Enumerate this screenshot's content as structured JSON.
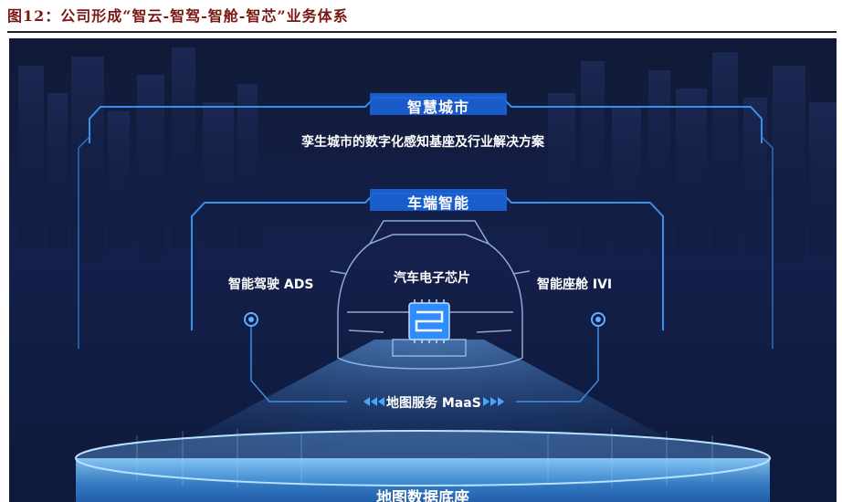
{
  "figure_title": "图12：公司形成“智云-智驾-智舱-智芯”业务体系",
  "diagram": {
    "smart_city": {
      "title": "智慧城市",
      "subtitle": "孪生城市的数字化感知基座及行业解决方案"
    },
    "vehicle": {
      "title": "车端智能"
    },
    "left_node": "智能驾驶 ADS",
    "right_node": "智能座舱 IVI",
    "center_node": "汽车电子芯片",
    "map_service": "地图服务 MaaS",
    "map_base": "地图数据底座"
  },
  "colors": {
    "background": "#121d44",
    "frame_line": "#3a8fe8",
    "banner": "#1c63d8",
    "text": "#ffffff",
    "chip": "#2f8cff"
  }
}
